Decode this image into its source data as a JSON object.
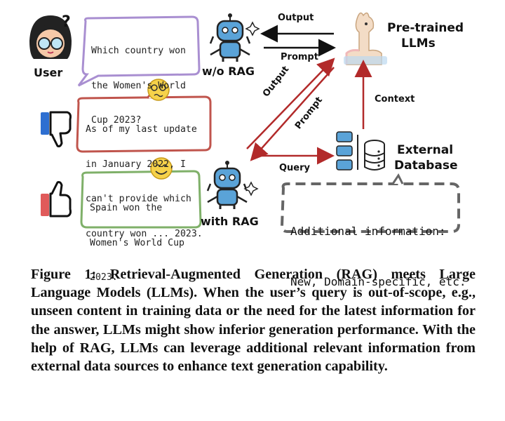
{
  "figure": {
    "user_label": "User",
    "wo_rag_label": "w/o RAG",
    "with_rag_label": "with RAG",
    "llm_label_1": "Pre-trained",
    "llm_label_2": "LLMs",
    "db_label_1": "External",
    "db_label_2": "Database",
    "arrow_output_top": "Output",
    "arrow_prompt_top": "Prompt",
    "arrow_output_diag": "Output",
    "arrow_prompt_diag": "Prompt",
    "arrow_context": "Context",
    "arrow_query": "Query",
    "question_lines": [
      "Which country won",
      "the Women's World",
      "Cup 2023?"
    ],
    "wrong_answer_lines": [
      "As of my last update",
      "in January 2022, I",
      "can't provide which",
      "country won ... 2023."
    ],
    "right_answer_lines": [
      "Spain won the",
      "Women's World Cup",
      "2023."
    ],
    "info_lines": [
      "Additional information:",
      "New, Domain-specific, etc."
    ]
  },
  "caption": {
    "label": "Figure 1:",
    "text": "Retrieval-Augmented Generation (RAG) meets Large Language Models (LLMs). When the user’s query is out-of-scope, e.g., unseen content in training data or the need for the latest information for the answer, LLMs might show inferior generation performance. With the help of RAG, LLMs can leverage additional relevant information from external data sources to enhance text generation capability."
  },
  "colors": {
    "question_border": "#a98fd1",
    "wrong_border": "#c0554d",
    "right_border": "#7fb069",
    "arrow_red": "#b22a2a",
    "robot_blue": "#5aa3d8",
    "thumb_down": "#2e6fd1",
    "thumb_up": "#e05a5a"
  }
}
